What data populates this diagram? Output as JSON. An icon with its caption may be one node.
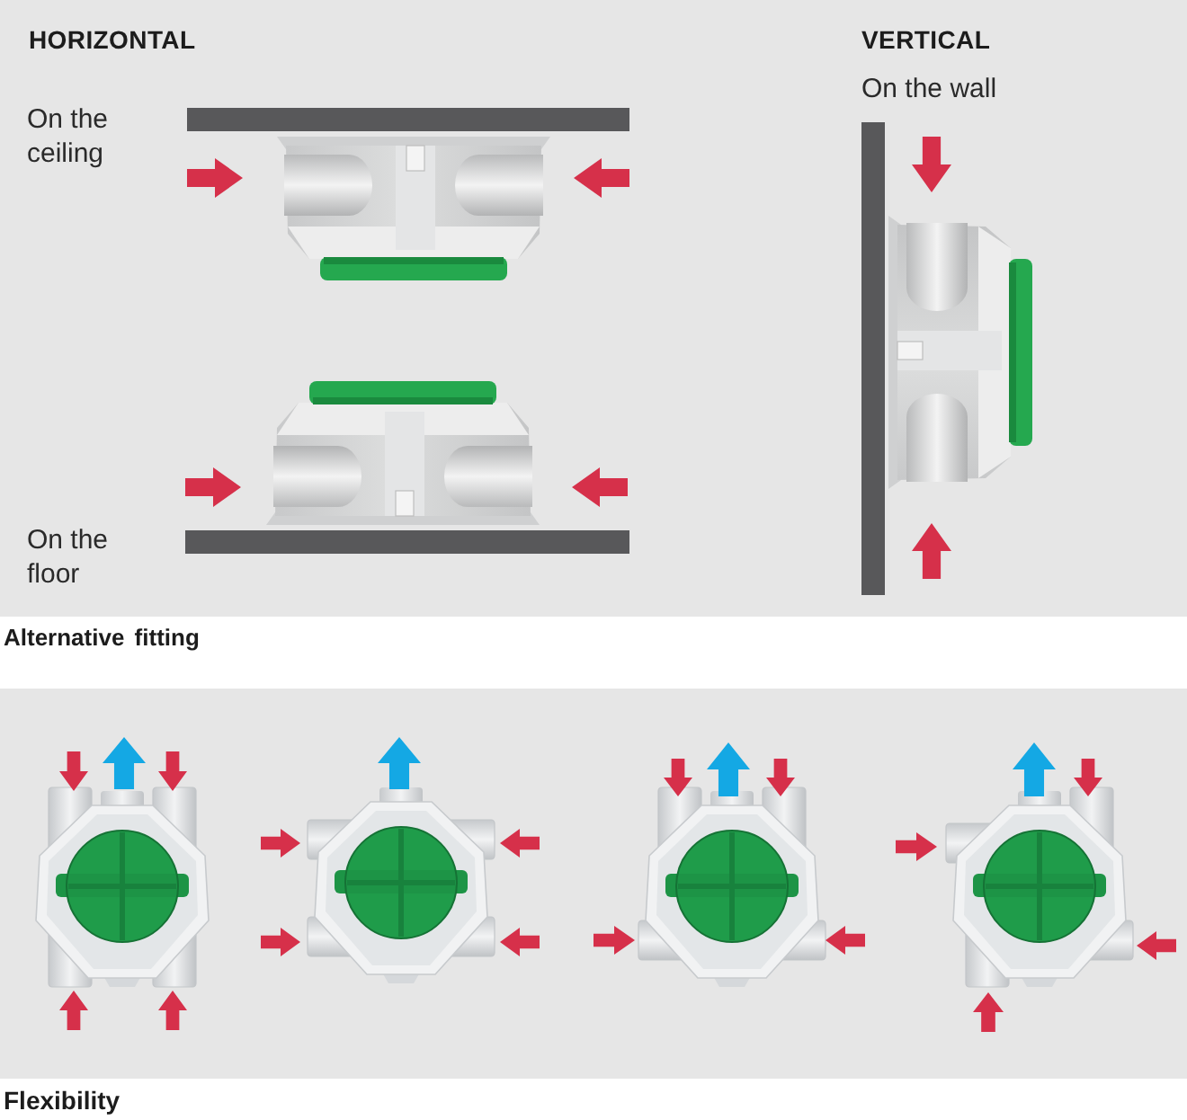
{
  "diagram": {
    "nodes": [
      {
        "text": [
          "HORIZONTAL",
          "On the ceiling",
          "On the floor",
          "VERTICAL",
          "On the wall"
        ],
        "beside": [
          "Alternative fitting"
        ]
      },
      {
        "text": [],
        "shape": "box",
        "beside": [
          "Flexibility"
        ]
      }
    ]
  }
}
